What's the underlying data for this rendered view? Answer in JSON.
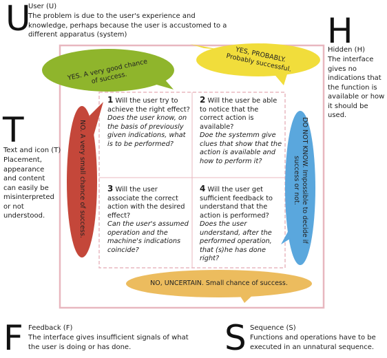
{
  "user": {
    "letter": "U",
    "heading": "User (U)",
    "description": "The problem is due to the user's experience and knowledge, perhaps because the user is accustomed to a different apparatus (system)"
  },
  "hidden": {
    "letter": "H",
    "heading": "Hidden (H)",
    "description": "The interface gives no indications that the function is available or how it should be used."
  },
  "text_icon": {
    "letter": "T",
    "heading": "Text and icon (T)",
    "description": "Placement, appearance and content can easily be misinterpreted or not understood."
  },
  "feedback": {
    "letter": "F",
    "heading": "Feedback (F)",
    "description": "The interface gives insufficient signals of what the user is doing or has done."
  },
  "sequence": {
    "letter": "S",
    "heading": "Sequence (S)",
    "description": "Functions and operations have to be executed in an unnatural sequence."
  },
  "questions": [
    {
      "num": "1",
      "text": "Will the user try to achieve the right effect?",
      "italic": "Does the user know, on the basis of previously given indications, what is to be performed?"
    },
    {
      "num": "2",
      "text": "Will the user be able to notice that the correct action is available?",
      "italic": "Doe the systemm give clues that show that the action is available and how to perform it?"
    },
    {
      "num": "3",
      "text": "Will the user associate the correct action with the desired effect?",
      "italic": "Can the user's assumed operation and the machine's indications coincide?"
    },
    {
      "num": "4",
      "text": "Will the user get sufficient feedback to understand that the action is performed?",
      "italic": "Does the user understand, after the performed operation, that (s)he has done right?"
    }
  ],
  "bubbles": {
    "green": "YES. A very good chance of success.",
    "yellow": "YES, PROBABLY. Probably successful.",
    "red": "NO. A very small chance of success.",
    "blue": "DO NOT KNOW. Impossible to decide if success or not.",
    "orange": "NO, UNCERTAIN. Small chance of success."
  },
  "colors": {
    "green": "#8fb52c",
    "yellow": "#f1dd3b",
    "red": "#c4473a",
    "blue": "#5aa7dd",
    "orange": "#ecbc5e",
    "frame": "#e8b7bf"
  }
}
